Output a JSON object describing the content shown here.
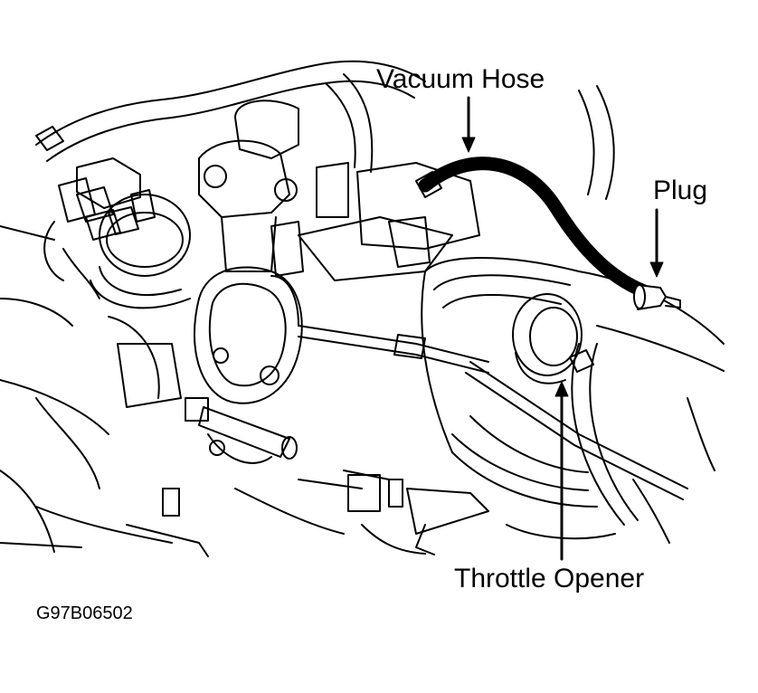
{
  "callouts": {
    "vacuum_hose": "Vacuum Hose",
    "plug": "Plug",
    "throttle_opener": "Throttle Opener"
  },
  "figure_code": "G97B06502",
  "colors": {
    "ink": "#000000",
    "paper": "#ffffff"
  }
}
